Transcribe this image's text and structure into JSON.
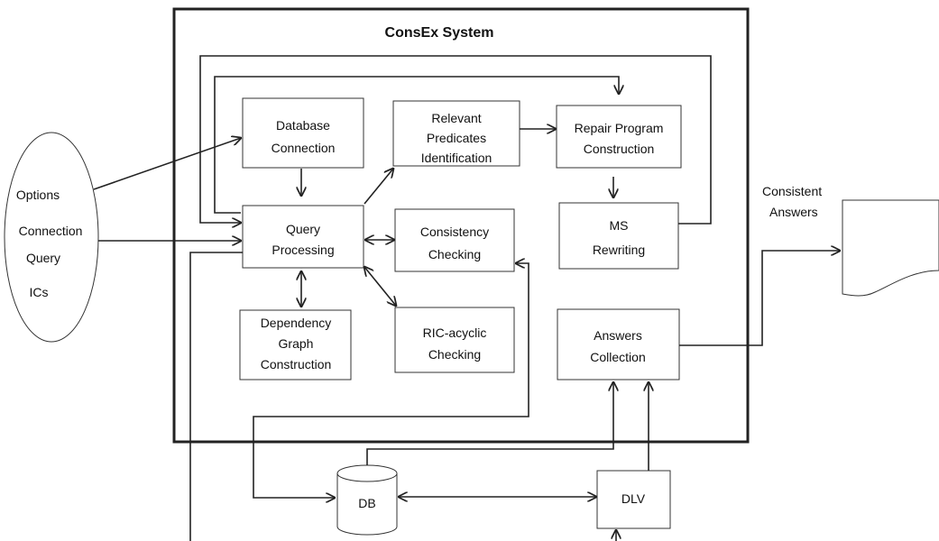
{
  "system_title": "ConsEx System",
  "input_items": [
    "Options",
    "Connection",
    "Query",
    "ICs"
  ],
  "output_label": [
    "Consistent",
    "Answers"
  ],
  "components": {
    "database_connection": [
      "Database",
      "Connection"
    ],
    "query_processing": [
      "Query",
      "Processing"
    ],
    "relevant_predicates": [
      "Relevant",
      "Predicates",
      "Identification"
    ],
    "repair_program": [
      "Repair Program",
      "Construction"
    ],
    "consistency_checking": [
      "Consistency",
      "Checking"
    ],
    "ms_rewriting": [
      "MS",
      "Rewriting"
    ],
    "dependency_graph": [
      "Dependency",
      "Graph",
      "Construction"
    ],
    "ric_acyclic": [
      "RIC-acyclic",
      "Checking"
    ],
    "answers_collection": [
      "Answers",
      "Collection"
    ],
    "db": "DB",
    "dlv": "DLV"
  }
}
